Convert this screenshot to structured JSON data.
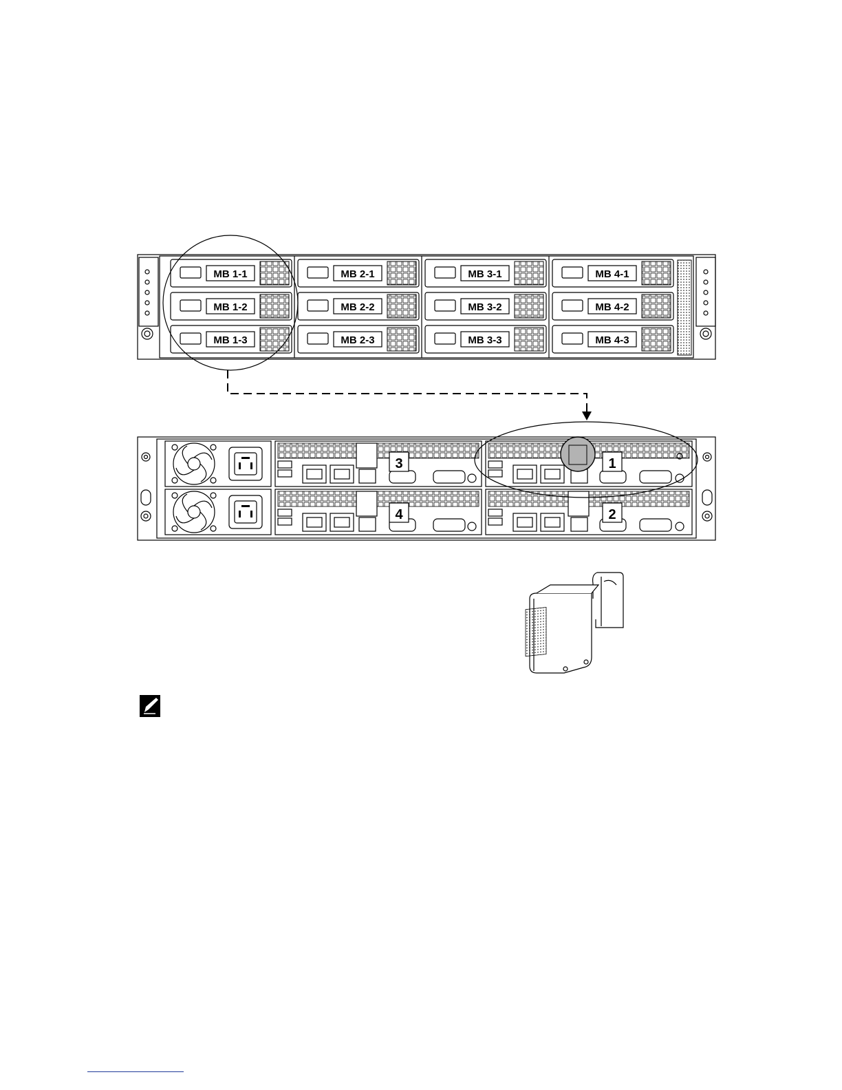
{
  "front_panel": {
    "bays": [
      [
        "MB 1-1",
        "MB 2-1",
        "MB 3-1",
        "MB 4-1"
      ],
      [
        "MB 1-2",
        "MB 2-2",
        "MB 3-2",
        "MB 4-2"
      ],
      [
        "MB 1-3",
        "MB 2-3",
        "MB 3-3",
        "MB 4-3"
      ]
    ]
  },
  "back_panel": {
    "nodes": {
      "top_left": "3",
      "top_right": "1",
      "bottom_left": "4",
      "bottom_right": "2"
    }
  },
  "colors": {
    "line": "#000000",
    "highlight": "#b3b3b3",
    "footer_rule": "#1f3b99"
  }
}
